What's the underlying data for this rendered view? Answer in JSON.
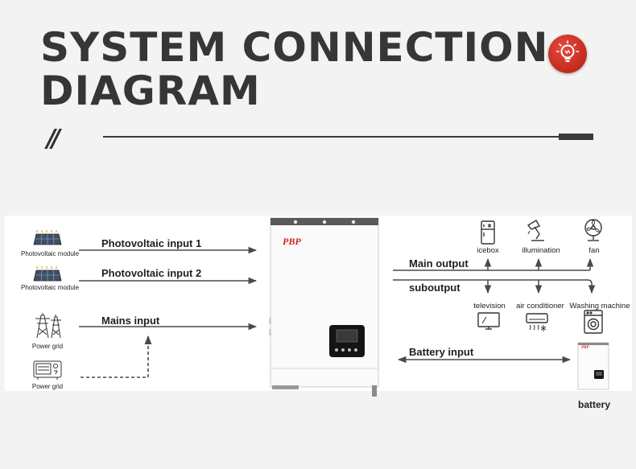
{
  "title": {
    "line1": "SYSTEM CONNECTION",
    "line2": "DIAGRAM"
  },
  "decor": {
    "slashes": "//"
  },
  "inverter": {
    "brand": "PBP"
  },
  "inputs": {
    "pv1": {
      "label": "Photovoltaic input 1",
      "source": "Photovoltaic module"
    },
    "pv2": {
      "label": "Photovoltaic input 2",
      "source": "Photovoltaic module"
    },
    "mains": {
      "label": "Mains input",
      "source": "Power grid"
    },
    "generator": {
      "source": "Power grid"
    }
  },
  "outputs": {
    "main": "Main output",
    "sub": "suboutput",
    "battery_input": "Battery input",
    "battery": "battery"
  },
  "appliances": {
    "main": [
      "icebox",
      "illumination",
      "fan"
    ],
    "sub": [
      "television",
      "air conditioner",
      "Washing machine"
    ]
  },
  "colors": {
    "accent": "#c0271b",
    "line": "#4a4a4a",
    "title": "#363636"
  },
  "icons": [
    "lightbulb-icon",
    "solar-panel-icon",
    "power-tower-icon",
    "generator-icon",
    "fridge-icon",
    "lamp-icon",
    "fan-icon",
    "tv-icon",
    "air-conditioner-icon",
    "washing-machine-icon"
  ]
}
